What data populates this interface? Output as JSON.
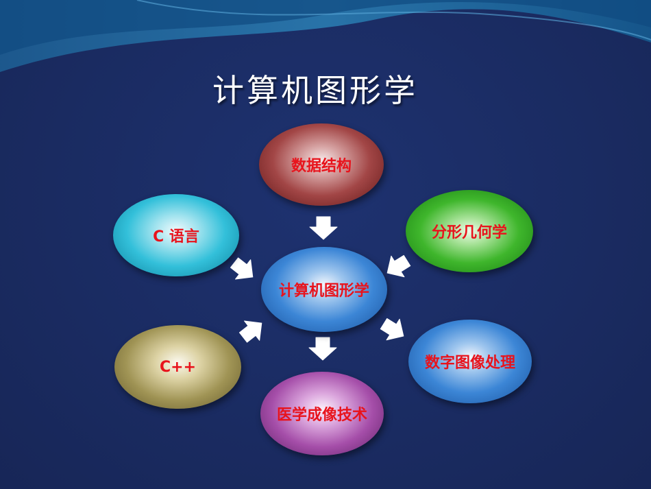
{
  "title": "计算机图形学",
  "colors": {
    "background": "#1b2c63",
    "node_text": "#e8131c",
    "arrow": "#ffffff"
  },
  "nodes": {
    "data_structures": "数据结构",
    "c_language": "C 语言",
    "fractal_geometry": "分形几何学",
    "computer_graphics": "计算机图形学",
    "cpp": "C++",
    "digital_image_processing": "数字图像处理",
    "medical_imaging": "医学成像技术"
  }
}
